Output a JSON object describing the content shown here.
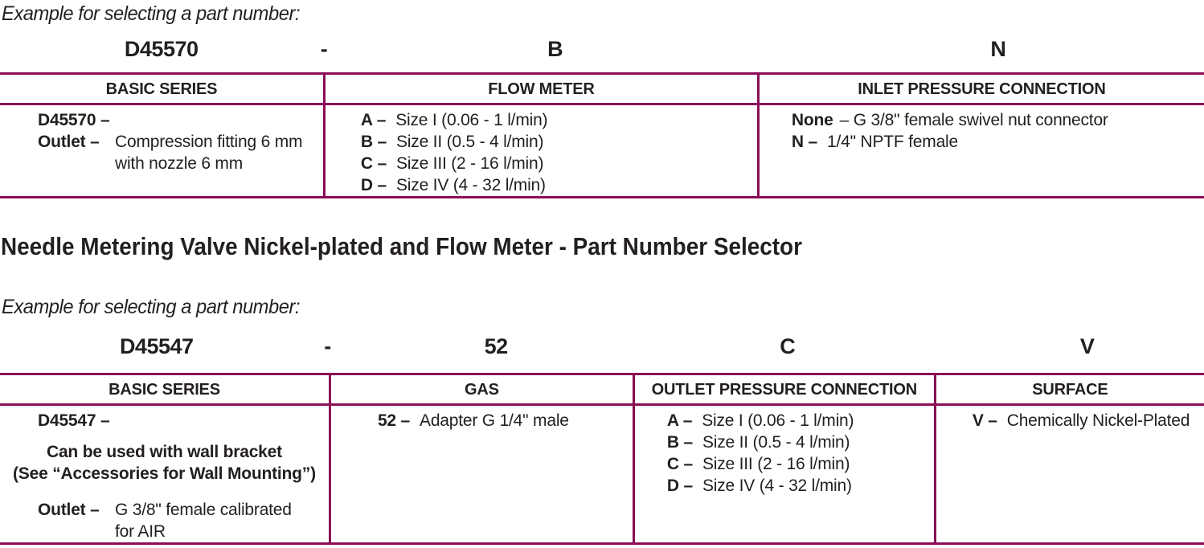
{
  "colors": {
    "border": "#8a0d55",
    "text": "#231f20"
  },
  "table1": {
    "example_label": "Example for selecting a part number:",
    "code": {
      "basic": "D45570",
      "dash": "-",
      "flow": "B",
      "inlet": "N"
    },
    "headers": {
      "basic": "BASIC SERIES",
      "flow": "FLOW METER",
      "inlet": "INLET PRESSURE CONNECTION"
    },
    "basic": {
      "line1_label": "D45570 –",
      "line2_label": "Outlet –",
      "line2_text": "Compression fitting 6 mm",
      "line3_text": "with  nozzle 6 mm"
    },
    "flow": [
      {
        "label": "A –",
        "text": "Size I (0.06 - 1 l/min)"
      },
      {
        "label": "B –",
        "text": "Size II (0.5 - 4 l/min)"
      },
      {
        "label": "C –",
        "text": "Size III (2 - 16 l/min)"
      },
      {
        "label": "D –",
        "text": "Size IV (4 - 32 l/min)"
      }
    ],
    "inlet": [
      {
        "label": "None",
        "text": "–  G 3/8\" female swivel nut connector"
      },
      {
        "label": "N –",
        "text": "1/4\" NPTF female"
      }
    ]
  },
  "section_title": "Needle Metering Valve Nickel-plated and Flow Meter - Part Number Selector",
  "table2": {
    "example_label": "Example for selecting a part number:",
    "code": {
      "basic": "D45547",
      "dash": "-",
      "gas": "52",
      "outlet": "C",
      "surface": "V"
    },
    "headers": {
      "basic": "BASIC SERIES",
      "gas": "GAS",
      "outlet": "OUTLET PRESSURE CONNECTION",
      "surface": "SURFACE"
    },
    "basic": {
      "line1_label": "D45547 –",
      "note1": "Can be used with wall bracket",
      "note2": "(See “Accessories for Wall Mounting”)",
      "outlet_label": "Outlet –",
      "outlet_text1": "G 3/8\" female calibrated",
      "outlet_text2": "for AIR"
    },
    "gas": [
      {
        "label": "52 –",
        "text": "Adapter G 1/4\" male"
      }
    ],
    "outlet": [
      {
        "label": "A –",
        "text": "Size I (0.06 - 1 l/min)"
      },
      {
        "label": "B –",
        "text": "Size II (0.5 - 4 l/min)"
      },
      {
        "label": "C –",
        "text": "Size III (2 - 16 l/min)"
      },
      {
        "label": "D –",
        "text": "Size IV (4 - 32 l/min)"
      }
    ],
    "surface": [
      {
        "label": "V –",
        "text": "Chemically Nickel-Plated"
      }
    ]
  }
}
